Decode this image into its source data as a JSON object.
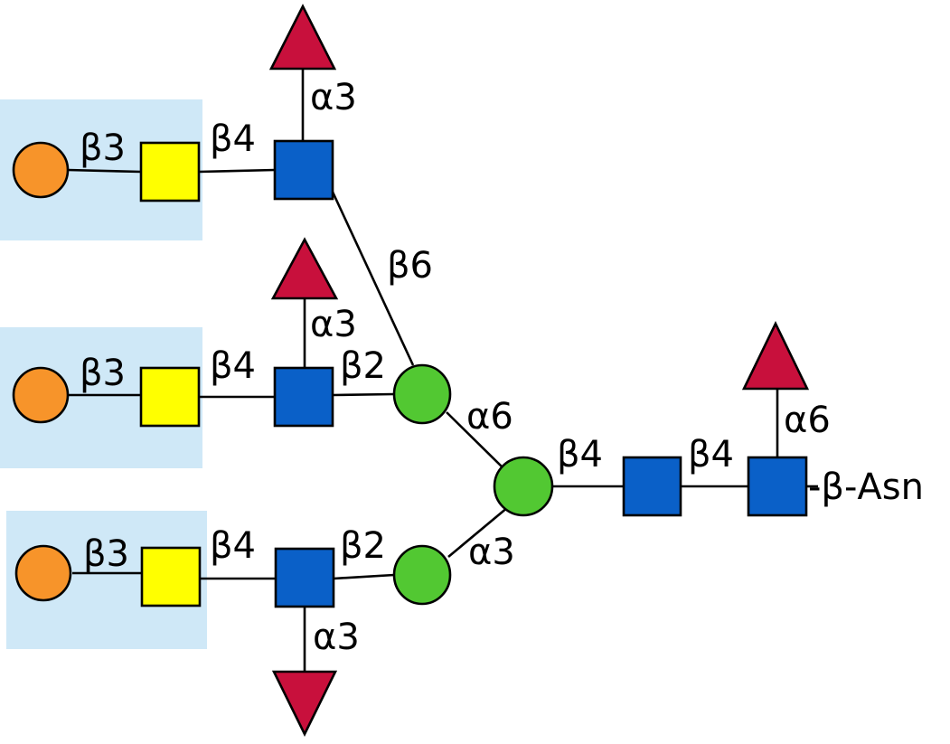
{
  "colors": {
    "background": "#ffffff",
    "highlight": "#cfe8f7",
    "galactose": "#f7942a",
    "galnac": "#ffff00",
    "glcnac": "#0a60c8",
    "mannose": "#52c832",
    "fucose": "#c8103c",
    "line": "#000000"
  },
  "symbols": {
    "galactose": "orange-circle",
    "galnac": "yellow-square",
    "glcnac": "blue-square",
    "mannose": "green-circle",
    "fucose": "red-triangle"
  },
  "labels": {
    "ant1_b3": "β3",
    "ant1_b4": "β4",
    "ant1_fuc": "α3",
    "ant1_b6": "β6",
    "ant2_b3": "β3",
    "ant2_b4": "β4",
    "ant2_fuc": "α3",
    "ant2_b2": "β2",
    "man_a6": "α6",
    "ant3_b3": "β3",
    "ant3_b4": "β4",
    "ant3_b2": "β2",
    "ant3_fuc": "α3",
    "man_a3": "α3",
    "core_man_b4": "β4",
    "core_glcnac_b4": "β4",
    "core_fuc": "α6",
    "reducing_end": "-β-Asn"
  }
}
